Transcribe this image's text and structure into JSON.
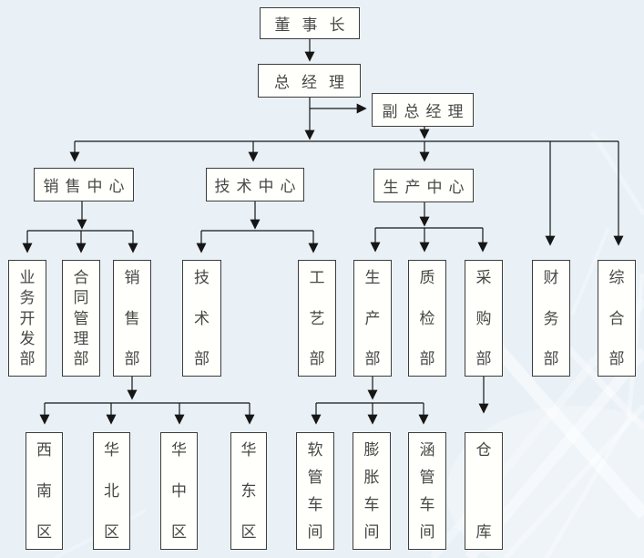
{
  "styles": {
    "bg_color": "#e9f1f7",
    "box_fill": "#fffffb",
    "box_border": "#3d3d3d",
    "line_color": "#161616",
    "text_color": "#474747",
    "deco_color": "#ffffff"
  },
  "org": {
    "chairman": {
      "label": "董事长"
    },
    "general_manager": {
      "label": "总经理"
    },
    "deputy_general_manager": {
      "label": "副总经理"
    },
    "centers": [
      {
        "label": "销售中心"
      },
      {
        "label": "技术中心"
      },
      {
        "label": "生产中心"
      }
    ],
    "departments": [
      {
        "label": "业务开发部"
      },
      {
        "label": "合同管理部"
      },
      {
        "label": "销售部"
      },
      {
        "label": "技术部"
      },
      {
        "label": "工艺部"
      },
      {
        "label": "生产部"
      },
      {
        "label": "质检部"
      },
      {
        "label": "采购部"
      },
      {
        "label": "财务部"
      },
      {
        "label": "综合部"
      }
    ],
    "sales_regions": [
      {
        "label": "西南区"
      },
      {
        "label": "华北区"
      },
      {
        "label": "华中区"
      },
      {
        "label": "华东区"
      }
    ],
    "workshops": [
      {
        "label": "软管车间"
      },
      {
        "label": "膨胀车间"
      },
      {
        "label": "涵管车间"
      }
    ],
    "warehouse": {
      "label": "仓库"
    }
  }
}
